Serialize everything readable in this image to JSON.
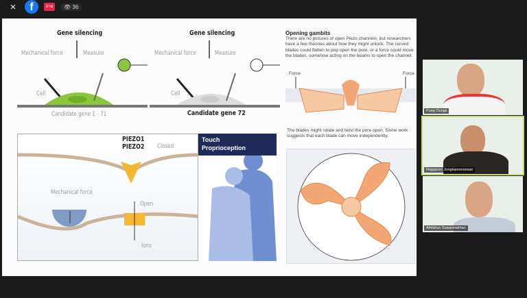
{
  "topbar": {
    "close_icon": "×",
    "facebook_icon": "f",
    "live_badge": "ถ่าย",
    "view_count": "36"
  },
  "slide": {
    "panel1": {
      "title": "Gene silencing",
      "force": "Mechanical force",
      "measure": "Measure",
      "cell": "Cell",
      "caption": "Candidate gene 1 - 71",
      "cell_color": "#8cc63f"
    },
    "panel2": {
      "title": "Gene silencing",
      "force": "Mechanical force",
      "measure": "Measure",
      "cell": "Cell",
      "caption": "Candidate gene 72"
    },
    "piezo": {
      "name1": "PIEZO1",
      "name2": "PIEZO2",
      "closed": "Closed",
      "force": "Mechanical force",
      "open": "Open",
      "ions": "Ions",
      "channel_color": "#f5b731"
    },
    "touch": {
      "line1": "Touch",
      "line2": "Proprioception"
    },
    "right": {
      "heading": "Opening gambits",
      "para1": "There are no pictures of open Piezo channels, but researchers have a few theories about how they might unlock. The curved blades could flatten to pop open the pore, or a force could move the blades, somehow acting on the beams to open the channel.",
      "force_left": "Force",
      "force_right": "Force",
      "para2": "The blades might rotate and twist the pore open. Some work suggests that each blade can move independently."
    }
  },
  "participants": [
    {
      "name": "Pueg Ounjai"
    },
    {
      "name": "Noppporn Jongkamonwiwat"
    },
    {
      "name": "Athikhun Suwannakhan"
    }
  ]
}
